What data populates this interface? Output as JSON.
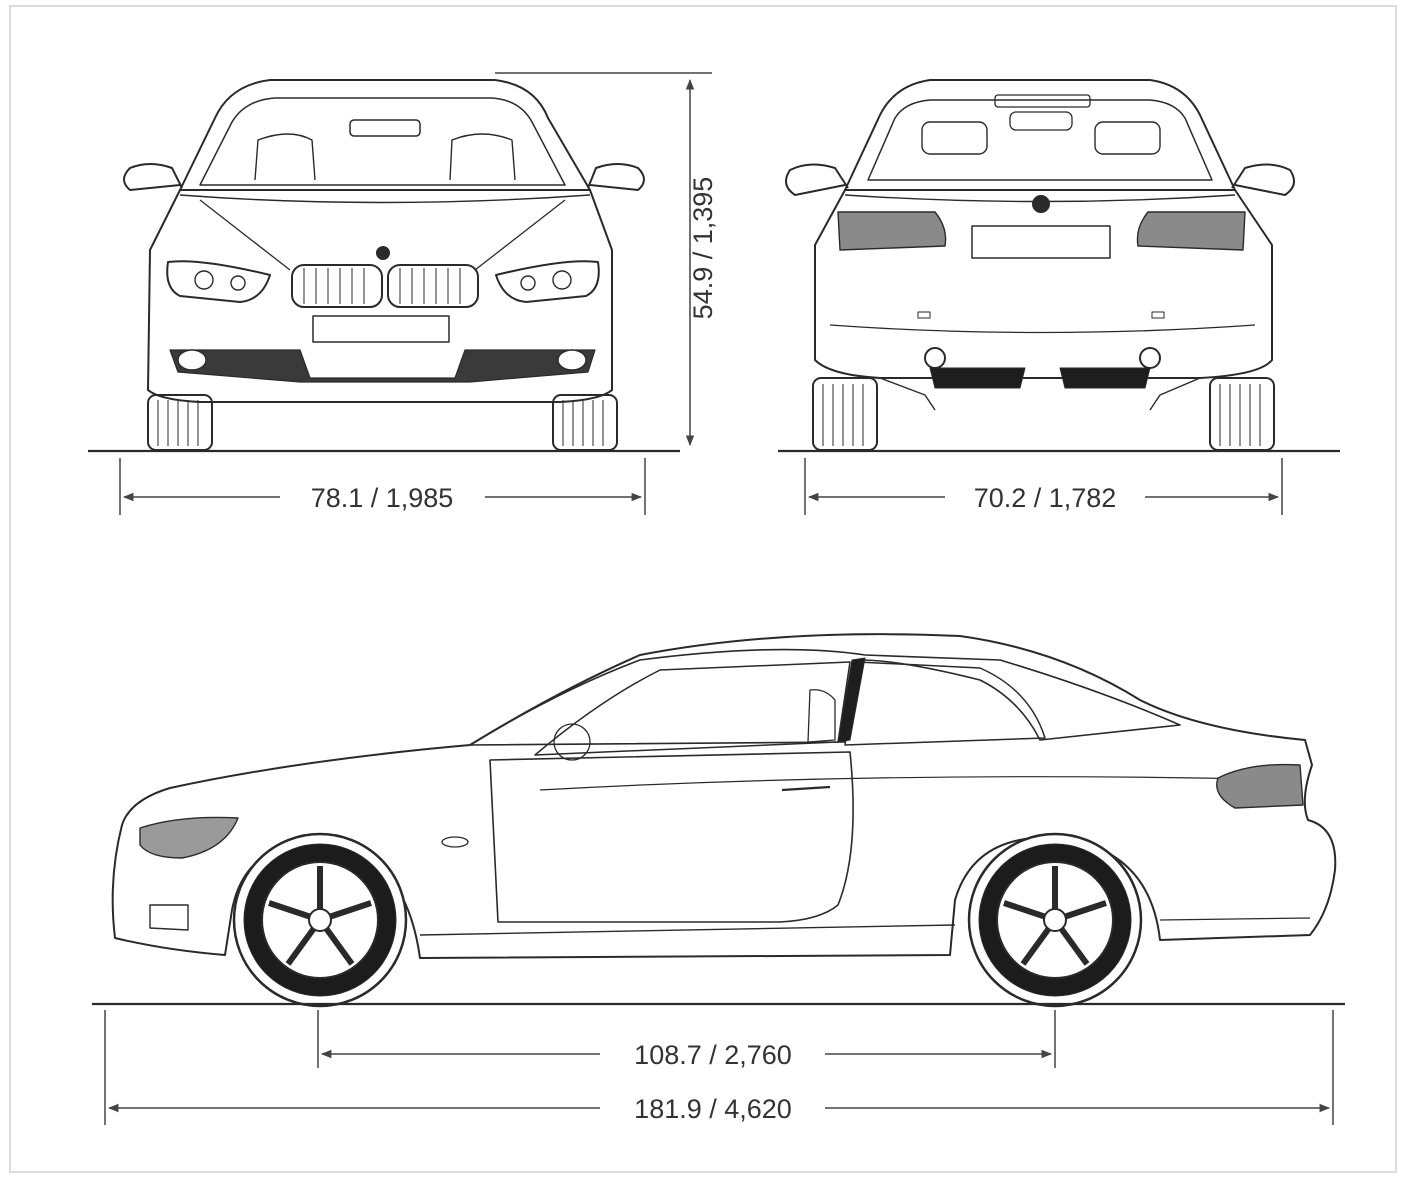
{
  "dimensions": {
    "height": "54.9 / 1,395",
    "width_with_mirrors": "78.1 / 1,985",
    "track_width": "70.2 / 1,782",
    "wheelbase": "108.7 / 2,760",
    "overall_length": "181.9 / 4,620"
  },
  "colors": {
    "line": "#2a2a2a",
    "dimension_line": "#444444",
    "background": "#ffffff"
  }
}
